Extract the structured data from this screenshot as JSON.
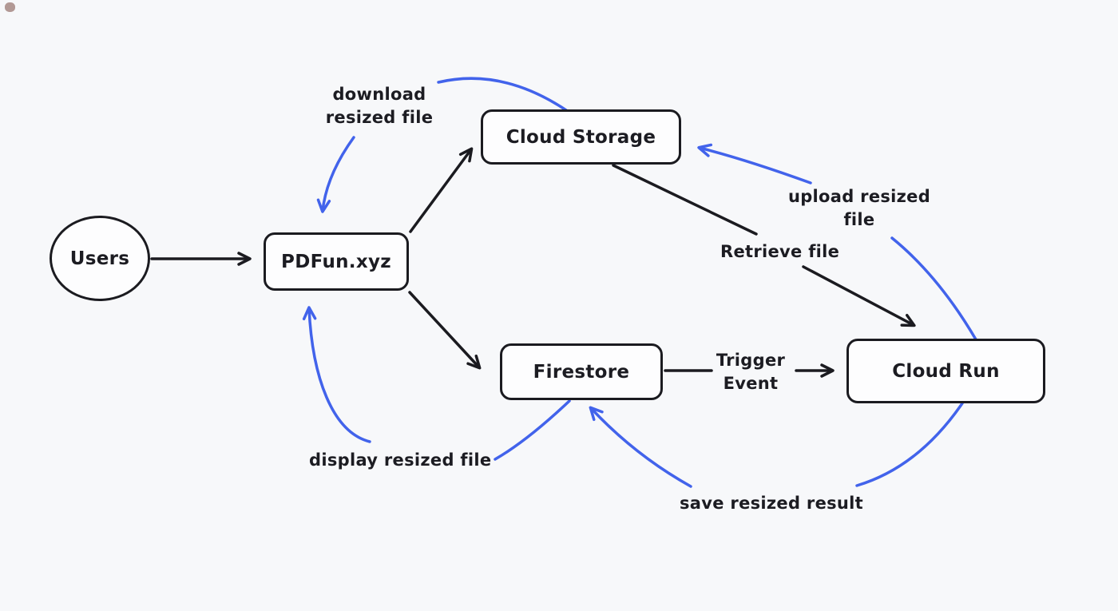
{
  "canvas": {
    "background": "#f7f8fa",
    "stroke_black": "#1b1b20",
    "stroke_blue": "#4263eb",
    "text_color": "#1c1c22"
  },
  "nodes": {
    "users": {
      "label": "Users",
      "shape": "ellipse"
    },
    "pdfun": {
      "label": "PDFun.xyz",
      "shape": "rectangle"
    },
    "cloud_storage": {
      "label": "Cloud Storage",
      "shape": "rectangle"
    },
    "firestore": {
      "label": "Firestore",
      "shape": "rectangle"
    },
    "cloud_run": {
      "label": "Cloud Run",
      "shape": "rectangle"
    }
  },
  "edges": [
    {
      "from": "Users",
      "to": "PDFun.xyz",
      "color": "black",
      "label": ""
    },
    {
      "from": "PDFun.xyz",
      "to": "Cloud Storage",
      "color": "black",
      "label": ""
    },
    {
      "from": "PDFun.xyz",
      "to": "Firestore",
      "color": "black",
      "label": ""
    },
    {
      "from": "Cloud Storage",
      "to": "Cloud Run",
      "color": "black",
      "label": "Retrieve file"
    },
    {
      "from": "Firestore",
      "to": "Cloud Run",
      "color": "black",
      "label": "Trigger Event"
    },
    {
      "from": "Cloud Storage",
      "to": "PDFun.xyz",
      "color": "blue",
      "label": "download resized file"
    },
    {
      "from": "Cloud Run",
      "to": "Cloud Storage",
      "color": "blue",
      "label": "upload resized file"
    },
    {
      "from": "Cloud Run",
      "to": "Firestore",
      "color": "blue",
      "label": "save resized result"
    },
    {
      "from": "Firestore",
      "to": "PDFun.xyz",
      "color": "blue",
      "label": "display resized file"
    }
  ]
}
